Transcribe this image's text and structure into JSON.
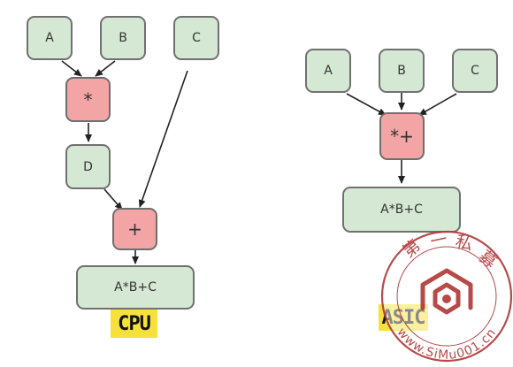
{
  "cpu": {
    "inputs": [
      "A",
      "B",
      "C"
    ],
    "multiply": "*",
    "intermediate": "D",
    "add": "+",
    "result": "A*B+C",
    "badge": "CPU"
  },
  "asic": {
    "inputs": [
      "A",
      "B",
      "C"
    ],
    "fused_op": "*+",
    "result": "A*B+C",
    "badge": "ASIC"
  },
  "watermark": {
    "chars": [
      "第",
      "一",
      "私",
      "募"
    ],
    "url": "www.SiMu001.cn"
  },
  "colors": {
    "input_node": "#d5e8d4",
    "operator_node": "#f3a5a5",
    "badge": "#f5e13a",
    "stamp": "#b23a3a"
  }
}
